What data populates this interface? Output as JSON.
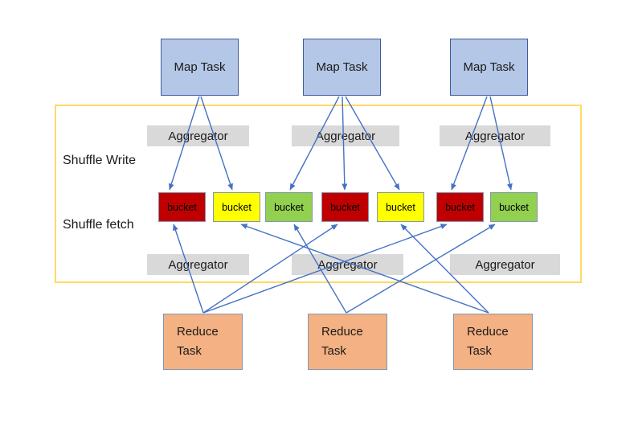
{
  "diagram": {
    "title_semantics": "MapReduce shuffle write / fetch diagram",
    "map_tasks": [
      {
        "label": "Map Task"
      },
      {
        "label": "Map Task"
      },
      {
        "label": "Map Task"
      }
    ],
    "stage": {
      "shuffle_write_label": "Shuffle Write",
      "shuffle_fetch_label": "Shuffle fetch",
      "write_aggregators": [
        "Aggregator",
        "Aggregator",
        "Aggregator"
      ],
      "fetch_aggregators": [
        "Aggregator",
        "Aggregator",
        "Aggregator"
      ],
      "buckets": [
        {
          "label": "bucket",
          "fill": "#C00000"
        },
        {
          "label": "bucket",
          "fill": "#FFFF00"
        },
        {
          "label": "bucket",
          "fill": "#92D050"
        },
        {
          "label": "bucket",
          "fill": "#C00000"
        },
        {
          "label": "bucket",
          "fill": "#FFFF00"
        },
        {
          "label": "bucket",
          "fill": "#C00000"
        },
        {
          "label": "bucket",
          "fill": "#92D050"
        }
      ]
    },
    "reduce_tasks": [
      {
        "line1": "Reduce",
        "line2": "Task"
      },
      {
        "line1": "Reduce",
        "line2": "Task"
      },
      {
        "line1": "Reduce",
        "line2": "Task"
      }
    ]
  },
  "colors": {
    "map_task_fill": "#B4C7E7",
    "map_task_border": "#3E5C9A",
    "aggregator_fill": "#D9D9D9",
    "bucket_border": "#8496B0",
    "bucket_red": "#C00000",
    "bucket_yellow": "#FFFF00",
    "bucket_green": "#92D050",
    "reduce_task_fill": "#F4B183",
    "reduce_task_border": "#8496B0",
    "stage_border": "#FFD966",
    "arrow": "#4472C4",
    "background": "#FFFFFF"
  }
}
